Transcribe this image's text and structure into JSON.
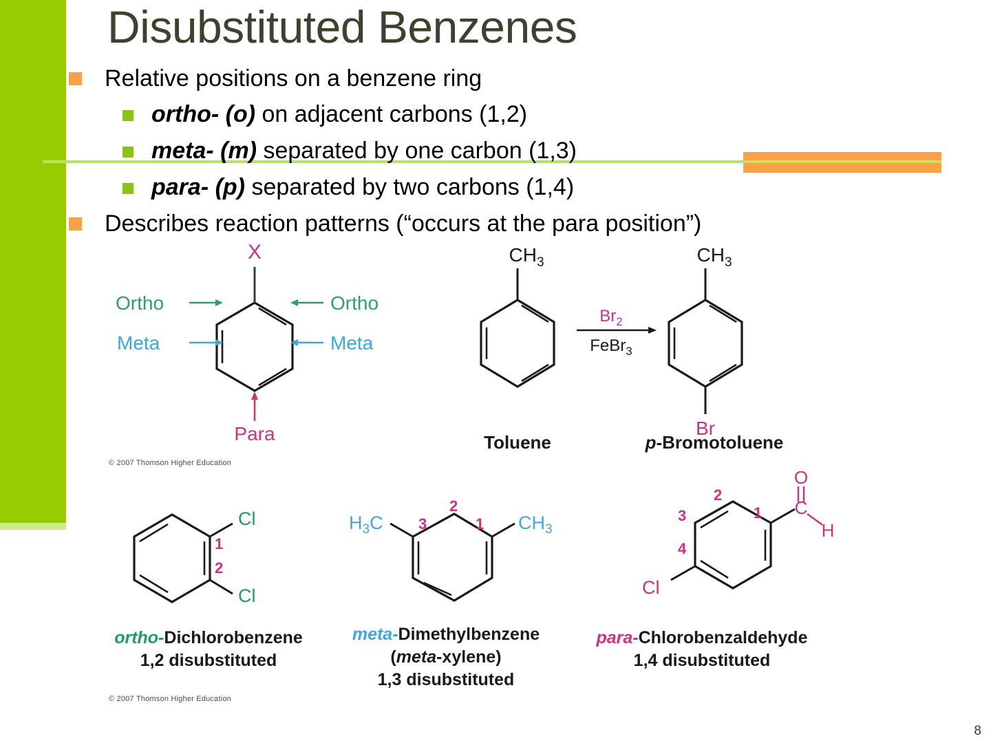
{
  "slide": {
    "title": "Disubstituted Benzenes",
    "page_number": "8",
    "colors": {
      "sidebar_green": "#99cc00",
      "rule_green": "#b9e06a",
      "accent_orange": "#fba046",
      "bullet_l1": "#fba046",
      "bullet_l2": "#8cc317",
      "title_color": "#40402c",
      "ortho_green": "#2e9e6b",
      "meta_blue": "#3aa8dc",
      "para_pink": "#d1317f",
      "bond_black": "#1a1a1a"
    }
  },
  "bullets": [
    {
      "level": 1,
      "text": "Relative positions on a benzene ring"
    },
    {
      "level": 2,
      "emphasis": "ortho- (o)",
      "rest": " on adjacent carbons (1,2)"
    },
    {
      "level": 2,
      "emphasis": "meta- (m)",
      "rest": " separated by one carbon (1,3)"
    },
    {
      "level": 2,
      "emphasis": "para- (p)",
      "rest": " separated by two carbons (1,4)"
    },
    {
      "level": 1,
      "text": "Describes reaction patterns (“occurs at the para position”)"
    }
  ],
  "figures": {
    "positions_diagram": {
      "substituent_label": "X",
      "left_ortho": "Ortho",
      "right_ortho": "Ortho",
      "left_meta": "Meta",
      "right_meta": "Meta",
      "para": "Para",
      "credit": "© 2007 Thomson Higher Education"
    },
    "reaction": {
      "reactant_substituent": "CH3",
      "reactant_name": "Toluene",
      "reagent_top": "Br2",
      "reagent_bottom": "FeBr3",
      "product_top_substituent": "CH3",
      "product_bottom_substituent": "Br",
      "product_name_italic": "p",
      "product_name_rest": "-Bromotoluene"
    },
    "examples": [
      {
        "name_prefix": "ortho-",
        "name_rest": "Dichlorobenzene",
        "subtitle": "1,2 disubstituted",
        "prefix_color": "#1f9e64",
        "labels": [
          "Cl",
          "Cl"
        ],
        "numbers": [
          "1",
          "2"
        ]
      },
      {
        "name_prefix": "meta-",
        "name_rest": "Dimethylbenzene",
        "name_paren_open": "(",
        "name_paren_italic": "meta",
        "name_paren_rest": "-xylene)",
        "subtitle": "1,3 disubstituted",
        "prefix_color": "#43a7dd",
        "labels": [
          "H3C",
          "CH3"
        ],
        "numbers": [
          "1",
          "2",
          "3"
        ]
      },
      {
        "name_prefix": "para-",
        "name_rest": "Chlorobenzaldehyde",
        "subtitle": "1,4 disubstituted",
        "prefix_color": "#d1317f",
        "labels": [
          "O",
          "C",
          "H",
          "Cl"
        ],
        "numbers": [
          "1",
          "2",
          "3",
          "4"
        ]
      }
    ],
    "bottom_credit": "© 2007 Thomson Higher Education"
  }
}
